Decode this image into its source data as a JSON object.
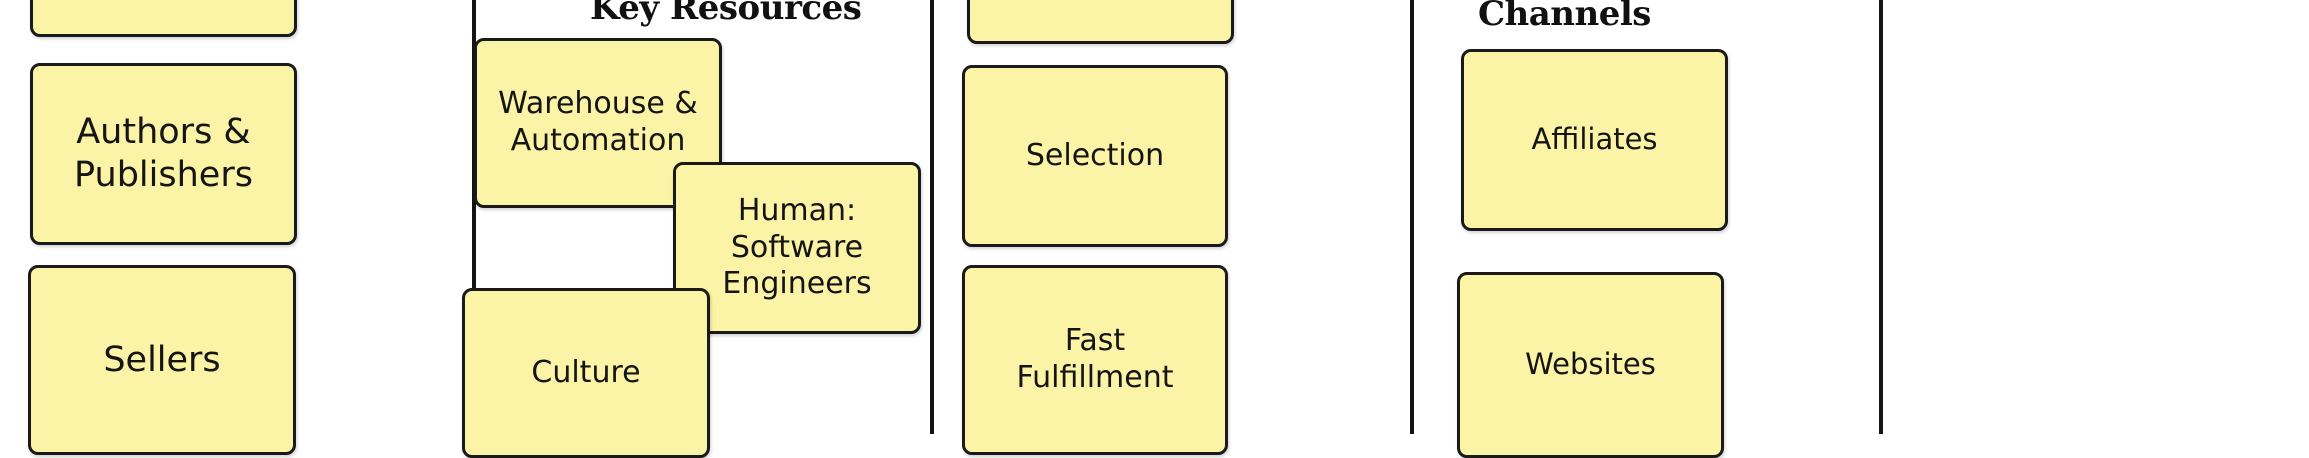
{
  "key_partners": {
    "notes": [
      "",
      "Authors &\nPublishers",
      "Sellers"
    ]
  },
  "key_resources": {
    "title": "Key Resources",
    "notes": [
      "Warehouse &\nAutomation",
      "Human:\nSoftware\nEngineers",
      "Culture"
    ]
  },
  "value_propositions": {
    "notes": [
      "",
      "Selection",
      "Fast\nFulfillment"
    ]
  },
  "channels": {
    "title": "Channels",
    "notes": [
      "Affiliates",
      "Websites"
    ]
  },
  "colors": {
    "sticky_note": "#fbf3a5",
    "outline": "#1a1a1a"
  }
}
